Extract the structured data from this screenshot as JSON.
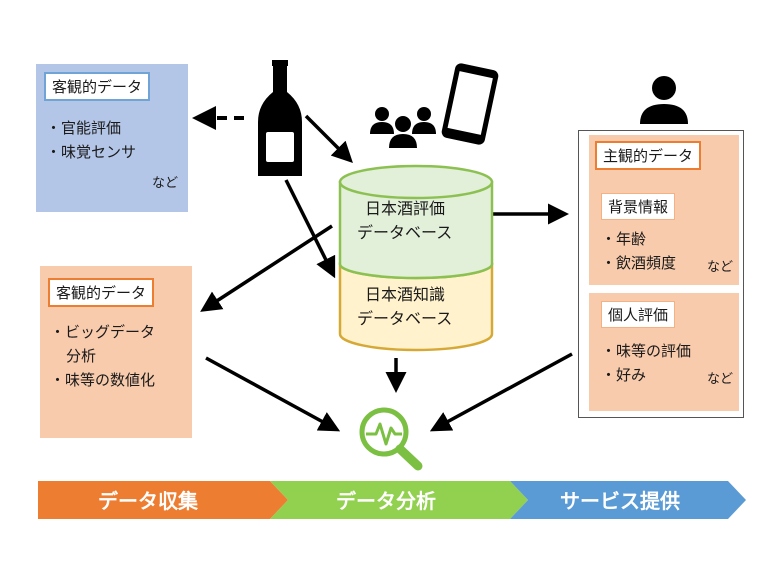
{
  "left_top_box": {
    "title": "客観的データ",
    "items": [
      "・官能評価",
      "・味覚センサ"
    ],
    "etc": "など"
  },
  "left_bottom_box": {
    "title": "客観的データ",
    "items": [
      "・ビッグデータ",
      "分析",
      "・味等の数値化"
    ]
  },
  "database": {
    "top_label_1": "日本酒評価",
    "top_label_2": "データベース",
    "bottom_label_1": "日本酒知識",
    "bottom_label_2": "データベース"
  },
  "right_panel": {
    "title": "主観的データ",
    "section1": {
      "title": "背景情報",
      "items": [
        "・年齢",
        "・飲酒頻度"
      ],
      "etc": "など"
    },
    "section2": {
      "title": "個人評価",
      "items": [
        "・味等の評価",
        "・好み"
      ],
      "etc": "など"
    }
  },
  "flow": {
    "step1": "データ収集",
    "step2": "データ分析",
    "step3": "サービス提供"
  },
  "icons": [
    "sake-bottle-icon",
    "group-icon",
    "smartphone-icon",
    "person-icon",
    "analysis-magnifier-icon"
  ],
  "colors": {
    "blue_box": "#b4c6e7",
    "peach_box": "#f8cbad",
    "orange": "#ed7d31",
    "green": "#92d050",
    "blue_arrow": "#5b9bd5",
    "db_top": "#e2efd9",
    "db_bottom": "#fff2cc"
  }
}
